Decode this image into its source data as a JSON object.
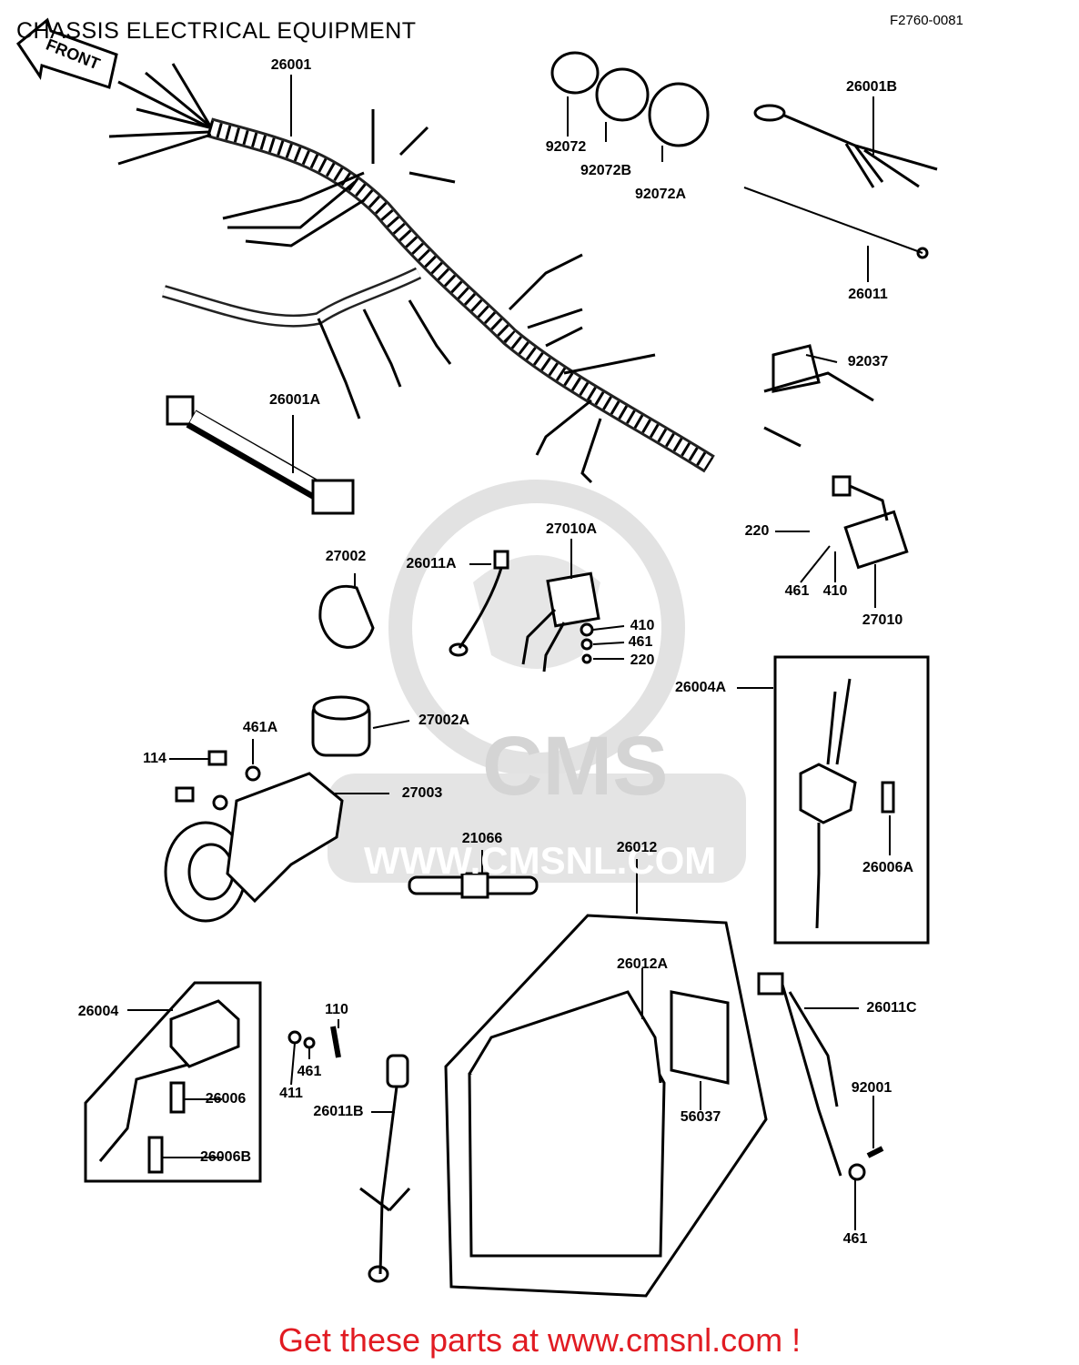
{
  "title": "CHASSIS ELECTRICAL EQUIPMENT",
  "figure_code": "F2760-0081",
  "front_arrow_label": "FRONT",
  "watermark": {
    "brand": "CMS",
    "url": "WWW.CMSNL.COM"
  },
  "footer": "Get these parts at www.cmsnl.com !",
  "labels": {
    "p26001": "26001",
    "p92072": "92072",
    "p92072B": "92072B",
    "p92072A": "92072A",
    "p26001B": "26001B",
    "p26011": "26011",
    "p92037": "92037",
    "p26001A": "26001A",
    "p27002": "27002",
    "p26011A": "26011A",
    "p27010A": "27010A",
    "p220a": "220",
    "p461a": "461",
    "p410a": "410",
    "p27010": "27010",
    "p410b": "410",
    "p461b": "461",
    "p220b": "220",
    "p26004A": "26004A",
    "p27002A": "27002A",
    "p461A": "461A",
    "p114": "114",
    "p27003": "27003",
    "p21066": "21066",
    "p26012": "26012",
    "p26006A": "26006A",
    "p26012A": "26012A",
    "p26011C": "26011C",
    "p26004": "26004",
    "p110": "110",
    "p461c": "461",
    "p411": "411",
    "p26011B": "26011B",
    "p26006": "26006",
    "p26006B": "26006B",
    "p56037": "56037",
    "p92001": "92001",
    "p461d": "461"
  }
}
